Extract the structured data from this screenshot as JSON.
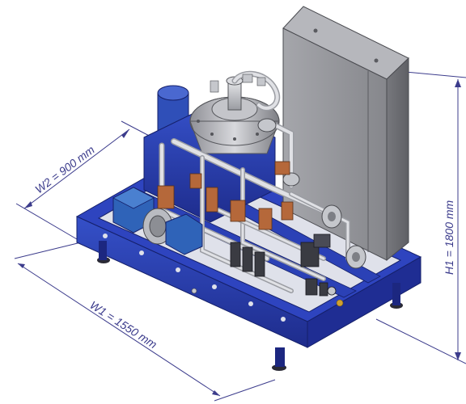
{
  "dimensions": {
    "w1": "W1 = 1550 mm",
    "w2": "W2 = 900 mm",
    "h1": "H1 = 1800 mm"
  },
  "colors": {
    "dimension_line": "#3c3c8c",
    "frame_blue": "#2a3fb0",
    "frame_blue_dark": "#1a2680",
    "cabinet_grey": "#8e8f94",
    "cabinet_grey_dark": "#6f7075",
    "motor_blue": "#2c4ea8",
    "pipe_steel": "#c9cbd0",
    "valve_copper": "#b5683a"
  }
}
